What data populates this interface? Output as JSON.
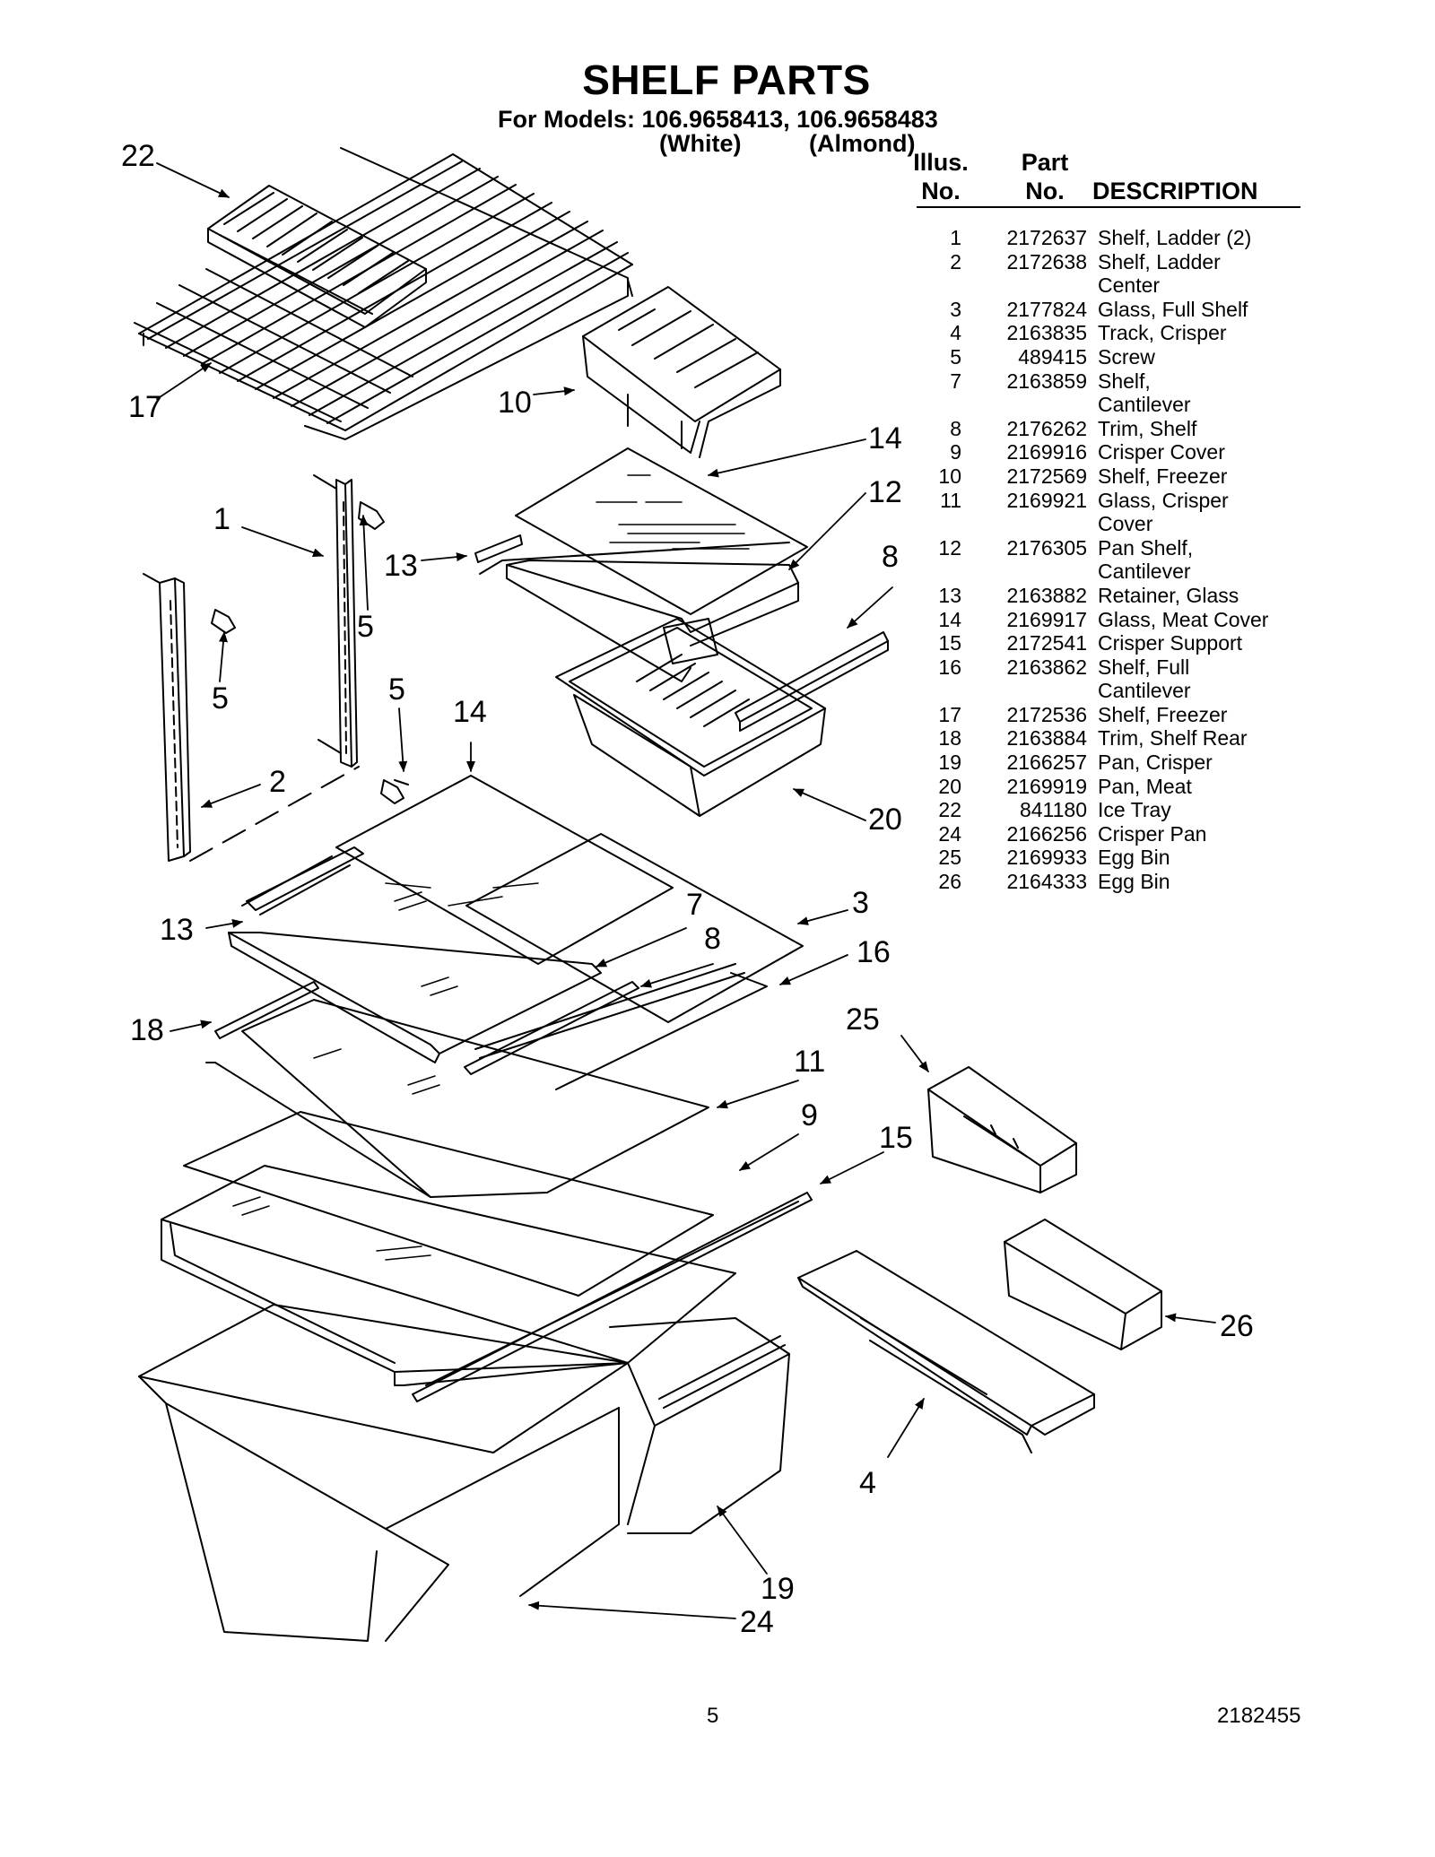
{
  "title": "SHELF PARTS",
  "models_line": "For Models: 106.9658413, 106.9658483",
  "colors": [
    "(White)",
    "(Almond)"
  ],
  "table_headers": {
    "illus_line1": "Illus.",
    "illus_line2": "No.",
    "part_line1": "Part",
    "part_line2": "No.",
    "description": "DESCRIPTION"
  },
  "parts": [
    {
      "illus": "1",
      "part": "2172637",
      "desc": [
        "Shelf, Ladder (2)"
      ]
    },
    {
      "illus": "2",
      "part": "2172638",
      "desc": [
        "Shelf, Ladder",
        "Center"
      ]
    },
    {
      "illus": "3",
      "part": "2177824",
      "desc": [
        "Glass, Full Shelf"
      ]
    },
    {
      "illus": "4",
      "part": "2163835",
      "desc": [
        "Track, Crisper"
      ]
    },
    {
      "illus": "5",
      "part": "489415",
      "desc": [
        "Screw"
      ]
    },
    {
      "illus": "7",
      "part": "2163859",
      "desc": [
        "Shelf,",
        "Cantilever"
      ]
    },
    {
      "illus": "8",
      "part": "2176262",
      "desc": [
        "Trim, Shelf"
      ]
    },
    {
      "illus": "9",
      "part": "2169916",
      "desc": [
        "Crisper Cover"
      ]
    },
    {
      "illus": "10",
      "part": "2172569",
      "desc": [
        "Shelf, Freezer"
      ]
    },
    {
      "illus": "11",
      "part": "2169921",
      "desc": [
        "Glass, Crisper",
        "Cover"
      ]
    },
    {
      "illus": "12",
      "part": "2176305",
      "desc": [
        "Pan Shelf,",
        "Cantilever"
      ]
    },
    {
      "illus": "13",
      "part": "2163882",
      "desc": [
        "Retainer, Glass"
      ]
    },
    {
      "illus": "14",
      "part": "2169917",
      "desc": [
        "Glass, Meat Cover"
      ]
    },
    {
      "illus": "15",
      "part": "2172541",
      "desc": [
        "Crisper Support"
      ]
    },
    {
      "illus": "16",
      "part": "2163862",
      "desc": [
        "Shelf, Full",
        "Cantilever"
      ]
    },
    {
      "illus": "17",
      "part": "2172536",
      "desc": [
        "Shelf, Freezer"
      ]
    },
    {
      "illus": "18",
      "part": "2163884",
      "desc": [
        "Trim, Shelf Rear"
      ]
    },
    {
      "illus": "19",
      "part": "2166257",
      "desc": [
        "Pan, Crisper"
      ]
    },
    {
      "illus": "20",
      "part": "2169919",
      "desc": [
        "Pan, Meat"
      ]
    },
    {
      "illus": "22",
      "part": "841180",
      "desc": [
        "Ice Tray"
      ]
    },
    {
      "illus": "24",
      "part": "2166256",
      "desc": [
        "Crisper Pan"
      ]
    },
    {
      "illus": "25",
      "part": "2169933",
      "desc": [
        "Egg Bin"
      ]
    },
    {
      "illus": "26",
      "part": "2164333",
      "desc": [
        "Egg Bin"
      ]
    }
  ],
  "callouts": [
    "22",
    "17",
    "10",
    "14",
    "12",
    "1",
    "13",
    "8",
    "5",
    "5",
    "5",
    "14",
    "2",
    "20",
    "13",
    "7",
    "3",
    "8",
    "16",
    "18",
    "11",
    "25",
    "9",
    "15",
    "26",
    "4",
    "19",
    "24"
  ],
  "footer": {
    "page_number": "5",
    "doc_number": "2182455"
  }
}
